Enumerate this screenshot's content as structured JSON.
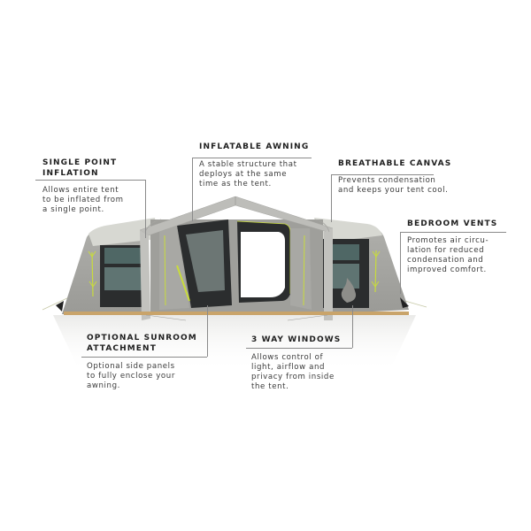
{
  "callouts": {
    "single_point_inflation": {
      "title_line1": "SINGLE POINT",
      "title_line2": "INFLATION",
      "desc": [
        "Allows entire tent",
        "to be inflated from",
        "a single point."
      ]
    },
    "inflatable_awning": {
      "title": "INFLATABLE AWNING",
      "desc": [
        "A stable structure that",
        "deploys at the same",
        "time as the tent."
      ]
    },
    "breathable_canvas": {
      "title": "BREATHABLE CANVAS",
      "desc": [
        "Prevents condensation",
        "and keeps your tent cool."
      ]
    },
    "bedroom_vents": {
      "title": "BEDROOM VENTS",
      "desc": [
        "Promotes air circu-",
        "lation for reduced",
        "condensation and",
        "improved comfort."
      ]
    },
    "optional_sunroom": {
      "title_line1": "OPTIONAL SUNROOM",
      "title_line2": "ATTACHMENT",
      "desc": [
        "Optional side panels",
        "to fully enclose your",
        "awning."
      ]
    },
    "three_way_windows": {
      "title": "3 WAY WINDOWS",
      "desc": [
        "Allows control of",
        "light, airflow and",
        "privacy from inside",
        "the tent."
      ]
    }
  },
  "colors": {
    "tent_shell": "#a3a39f",
    "tent_roof": "#d7d8d2",
    "awning_frame": "#bdbdb9",
    "window_dark": "#2b2d2e",
    "window_glass": "#5f7472",
    "accent_yellow": "#c9dc3c",
    "floor": "#c9a46a",
    "leader_line": "#8a8a8a"
  }
}
